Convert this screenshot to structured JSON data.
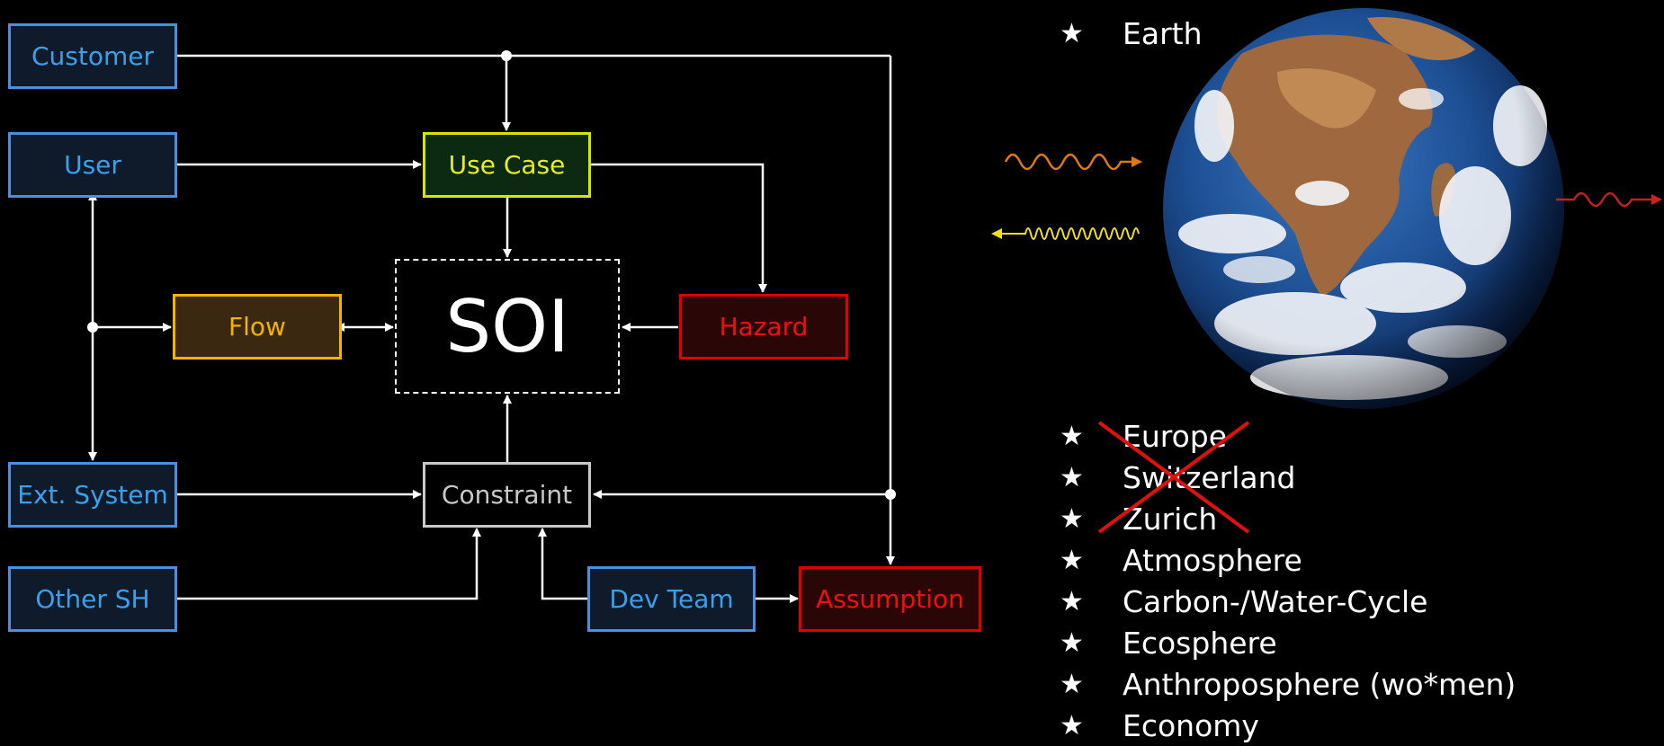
{
  "diagram": {
    "customer": "Customer",
    "user": "User",
    "ext_system": "Ext. System",
    "other_sh": "Other SH",
    "use_case": "Use Case",
    "flow": "Flow",
    "soi": "SOI",
    "hazard": "Hazard",
    "constraint": "Constraint",
    "dev_team": "Dev Team",
    "assumption": "Assumption"
  },
  "earth_section": {
    "title_bullet": "Earth",
    "struck_items": [
      "Europe",
      "Switzerland",
      "Zurich"
    ],
    "items": [
      "Atmosphere",
      "Carbon-/Water-Cycle",
      "Ecosphere",
      "Anthroposphere (wo*men)",
      "Economy"
    ],
    "star_glyph": "★"
  },
  "colors": {
    "stakeholder": "#3aa0ec",
    "use_case": "#e6ec2a",
    "flow": "#f2b400",
    "hazard": "#ee1010",
    "constraint": "#c8c8c8",
    "incoming_radiation": "#e07a10",
    "reflected_radiation": "#f0e020",
    "outgoing_radiation": "#c02020"
  }
}
